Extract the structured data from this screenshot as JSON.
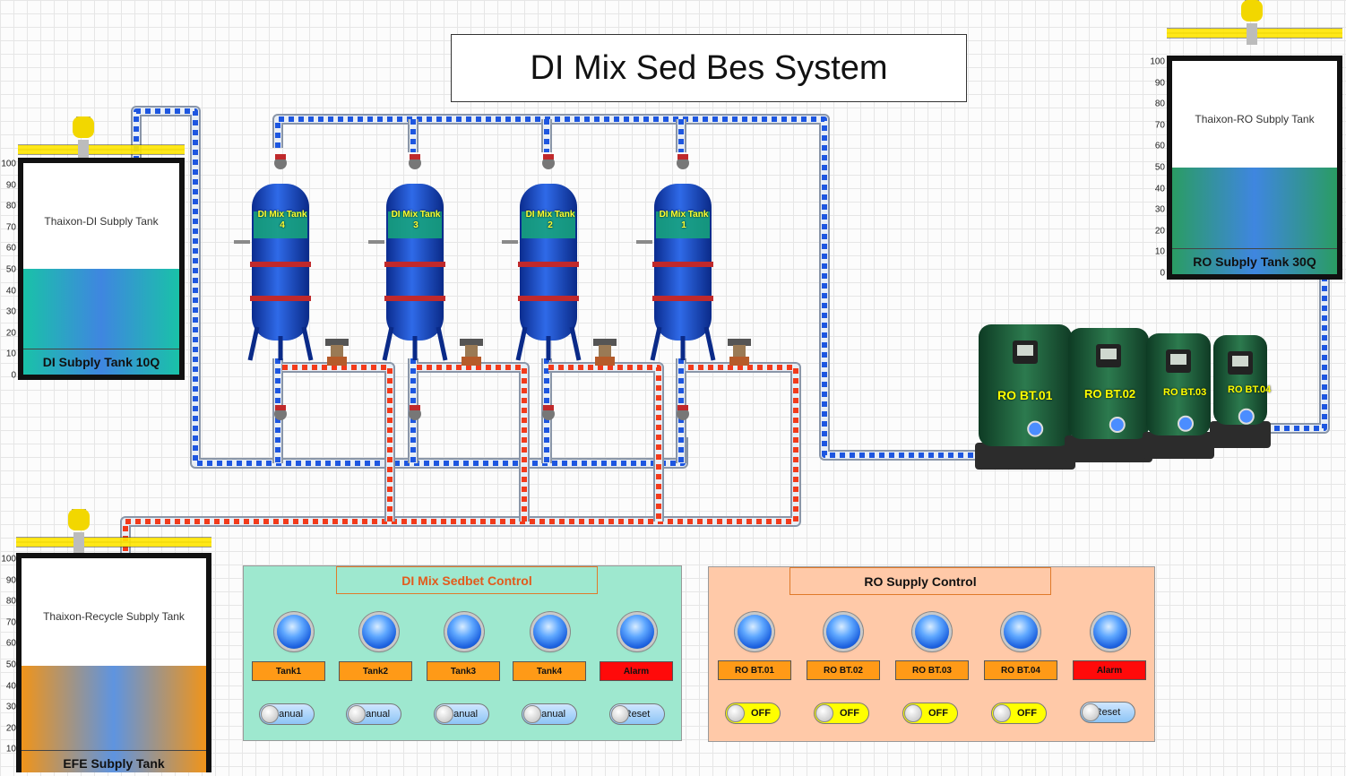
{
  "title": "DI Mix Sed Bes System",
  "scale_ticks": [
    "100",
    "90",
    "80",
    "70",
    "60",
    "50",
    "40",
    "30",
    "20",
    "10",
    "0"
  ],
  "tanks": {
    "di": {
      "inner_label": "Thaixon-DI Subply Tank",
      "name": "DI Subply Tank 10Q",
      "level_pct": 50,
      "color": "#19c2a8"
    },
    "ro": {
      "inner_label": "Thaixon-RO Subply Tank",
      "name": "RO Subply Tank 30Q",
      "level_pct": 50,
      "color": "#2a9c63"
    },
    "efe": {
      "inner_label": "Thaixon-Recycle Subply Tank",
      "name": "EFE Subply Tank",
      "level_pct": 50,
      "color": "#f0941a"
    }
  },
  "vessels": [
    {
      "line1": "DI Mix Tank",
      "line2": "4"
    },
    {
      "line1": "DI Mix Tank",
      "line2": "3"
    },
    {
      "line1": "DI Mix Tank",
      "line2": "2"
    },
    {
      "line1": "DI Mix Tank",
      "line2": "1"
    }
  ],
  "pumps": [
    "RO BT.01",
    "RO BT.02",
    "RO BT.03",
    "RO BT.04"
  ],
  "di_panel": {
    "title": "DI Mix Sedbet Control",
    "tags": [
      "Tank1",
      "Tank2",
      "Tank3",
      "Tank4",
      "Alarm"
    ],
    "buttons": [
      "Manual",
      "Manual",
      "Manual",
      "Manual",
      "Reset"
    ]
  },
  "ro_panel": {
    "title": "RO Supply Control",
    "tags": [
      "RO BT.01",
      "RO BT.02",
      "RO BT.03",
      "RO BT.04",
      "Alarm"
    ],
    "toggles": [
      "OFF",
      "OFF",
      "OFF",
      "OFF"
    ],
    "reset": "Reset"
  },
  "colors": {
    "di_panel_bg": "#9ee8cf",
    "ro_panel_bg": "#ffc9a8",
    "di_panel_title": "#e25a1c",
    "pipe_blue": "#1d56e0",
    "pipe_red": "#f23a1b"
  }
}
